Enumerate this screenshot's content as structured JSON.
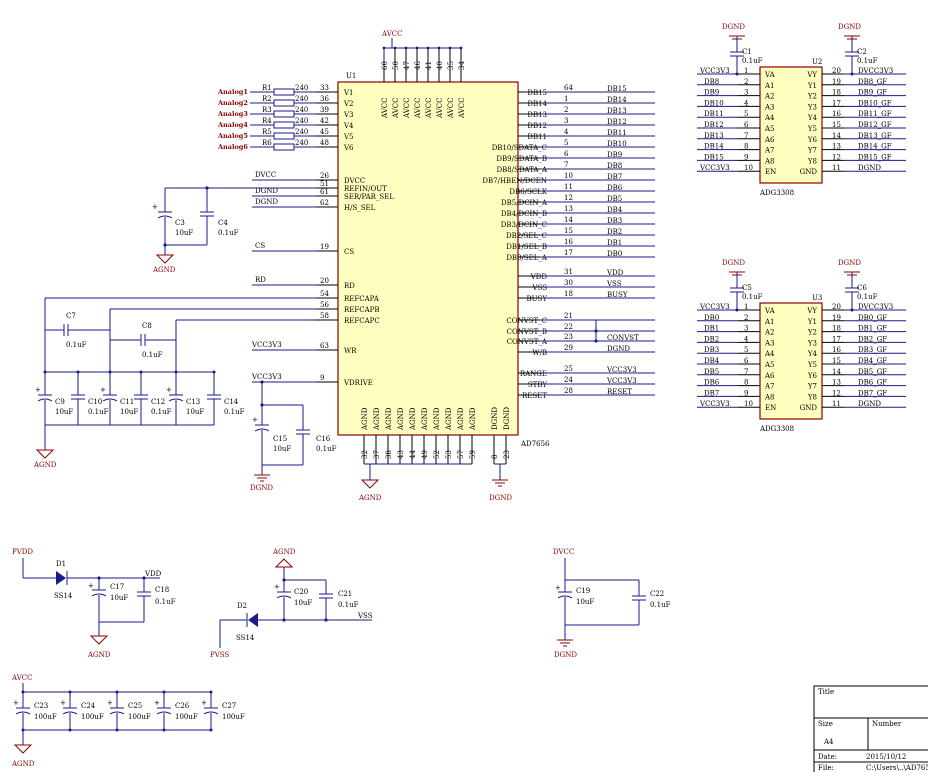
{
  "u1": {
    "ref": "U1",
    "part": "AD7656",
    "avcc_pins": [
      "60",
      "50",
      "47",
      "46",
      "41",
      "40",
      "35",
      "34"
    ],
    "avcc_label": "AVCC",
    "left_pins": [
      {
        "num": "33",
        "name": "V1"
      },
      {
        "num": "36",
        "name": "V2"
      },
      {
        "num": "39",
        "name": "V3"
      },
      {
        "num": "42",
        "name": "V4"
      },
      {
        "num": "45",
        "name": "V5"
      },
      {
        "num": "48",
        "name": "V6"
      },
      {
        "num": "26",
        "name": "DVCC"
      },
      {
        "num": "51",
        "name": "REFIN/OUT"
      },
      {
        "num": "61",
        "name": "SER/PAR_SEL"
      },
      {
        "num": "62",
        "name": "H/S_SEL"
      },
      {
        "num": "19",
        "name": "CS"
      },
      {
        "num": "20",
        "name": "RD"
      },
      {
        "num": "54",
        "name": "REFCAPA"
      },
      {
        "num": "56",
        "name": "REFCAPB"
      },
      {
        "num": "58",
        "name": "REFCAPC"
      },
      {
        "num": "63",
        "name": "WR"
      },
      {
        "num": "9",
        "name": "VDRIVE"
      }
    ],
    "right_pins": [
      {
        "num": "64",
        "name": "DB15",
        "net": "DB15"
      },
      {
        "num": "1",
        "name": "DB14",
        "net": "DB14"
      },
      {
        "num": "2",
        "name": "DB13",
        "net": "DB13"
      },
      {
        "num": "3",
        "name": "DB12",
        "net": "DB12"
      },
      {
        "num": "4",
        "name": "DB11",
        "net": "DB11"
      },
      {
        "num": "5",
        "name": "DB10/SDATA_C",
        "net": "DB10"
      },
      {
        "num": "6",
        "name": "DB9/SDATA_B",
        "net": "DB9"
      },
      {
        "num": "7",
        "name": "DB8/SDATA_A",
        "net": "DB8"
      },
      {
        "num": "10",
        "name": "DB7/HBEN/DCEN",
        "net": "DB7"
      },
      {
        "num": "11",
        "name": "DB6/SCLK",
        "net": "DB6"
      },
      {
        "num": "12",
        "name": "DB5/DCIN_A",
        "net": "DB5"
      },
      {
        "num": "13",
        "name": "DB4/DCIN_B",
        "net": "DB4"
      },
      {
        "num": "14",
        "name": "DB3/DCIN_C",
        "net": "DB3"
      },
      {
        "num": "15",
        "name": "DB2/SEL_C",
        "net": "DB2"
      },
      {
        "num": "16",
        "name": "DB1/SEL_B",
        "net": "DB1"
      },
      {
        "num": "17",
        "name": "DB0/SEL_A",
        "net": "DB0"
      },
      {
        "num": "31",
        "name": "VDD",
        "net": "VDD"
      },
      {
        "num": "30",
        "name": "VSS",
        "net": "VSS"
      },
      {
        "num": "18",
        "name": "BUSY",
        "net": "BUSY"
      },
      {
        "num": "21",
        "name": "CONVST_C",
        "net": ""
      },
      {
        "num": "22",
        "name": "CONVST_B",
        "net": ""
      },
      {
        "num": "23",
        "name": "CONVST_A",
        "net": "CONVST"
      },
      {
        "num": "29",
        "name": "W/B",
        "net": "DGND"
      },
      {
        "num": "25",
        "name": "RANGE",
        "net": "VCC3V3"
      },
      {
        "num": "24",
        "name": "STBY",
        "net": "VCC3V3"
      },
      {
        "num": "28",
        "name": "RESET",
        "net": "RESET"
      }
    ],
    "bottom_agnd_pins": [
      "32",
      "37",
      "38",
      "43",
      "44",
      "49",
      "52",
      "53",
      "57",
      "59"
    ],
    "bottom_dgnd_pins": [
      "8",
      "23"
    ],
    "agnd_label": "AGND",
    "dgnd_label": "DGND"
  },
  "analog_inputs": [
    {
      "label": "Analog1",
      "ref": "R1",
      "value": "240"
    },
    {
      "label": "Analog2",
      "ref": "R2",
      "value": "240"
    },
    {
      "label": "Analog3",
      "ref": "R3",
      "value": "240"
    },
    {
      "label": "Analog4",
      "ref": "R4",
      "value": "240"
    },
    {
      "label": "Analog5",
      "ref": "R5",
      "value": "240"
    },
    {
      "label": "Analog6",
      "ref": "R6",
      "value": "240"
    }
  ],
  "left_nets": {
    "dvcc": "DVCC",
    "dgnd1": "DGND",
    "dgnd2": "DGND",
    "cs": "CS",
    "rd": "RD",
    "vcc1": "VCC3V3",
    "vcc2": "VCC3V3"
  },
  "caps": {
    "c3": {
      "ref": "C3",
      "value": "10uF"
    },
    "c4": {
      "ref": "C4",
      "value": "0.1uF"
    },
    "c7": {
      "ref": "C7",
      "value": "0.1uF"
    },
    "c8": {
      "ref": "C8",
      "value": "0.1uF"
    },
    "c9": {
      "ref": "C9",
      "value": "10uF"
    },
    "c10": {
      "ref": "C10",
      "value": "0.1uF"
    },
    "c11": {
      "ref": "C11",
      "value": "10uF"
    },
    "c12": {
      "ref": "C12",
      "value": "0.1uF"
    },
    "c13": {
      "ref": "C13",
      "value": "10uF"
    },
    "c14": {
      "ref": "C14",
      "value": "0.1uF"
    },
    "c15": {
      "ref": "C15",
      "value": "10uF"
    },
    "c16": {
      "ref": "C16",
      "value": "0.1uF"
    },
    "c1": {
      "ref": "C1",
      "value": "0.1uF"
    },
    "c2": {
      "ref": "C2",
      "value": "0.1uF"
    },
    "c5": {
      "ref": "C5",
      "value": "0.1uF"
    },
    "c6": {
      "ref": "C6",
      "value": "0.1uF"
    },
    "c17": {
      "ref": "C17",
      "value": "10uF"
    },
    "c18": {
      "ref": "C18",
      "value": "0.1uF"
    },
    "c20": {
      "ref": "C20",
      "value": "10uF"
    },
    "c21": {
      "ref": "C21",
      "value": "0.1uF"
    },
    "c19": {
      "ref": "C19",
      "value": "10uF"
    },
    "c22": {
      "ref": "C22",
      "value": "0.1uF"
    },
    "c23": {
      "ref": "C23",
      "value": "100uF"
    },
    "c24": {
      "ref": "C24",
      "value": "100uF"
    },
    "c25": {
      "ref": "C25",
      "value": "100uF"
    },
    "c26": {
      "ref": "C26",
      "value": "100uF"
    },
    "c27": {
      "ref": "C27",
      "value": "100uF"
    }
  },
  "u2": {
    "ref": "U2",
    "part": "ADG3308",
    "left_names": [
      "VA",
      "A1",
      "A2",
      "A3",
      "A4",
      "A5",
      "A6",
      "A7",
      "A8",
      "EN"
    ],
    "left_nums": [
      "1",
      "2",
      "3",
      "4",
      "5",
      "6",
      "7",
      "8",
      "9",
      "10"
    ],
    "left_nets": [
      "VCC3V3",
      "DB8",
      "DB9",
      "DB10",
      "DB11",
      "DB12",
      "DB13",
      "DB14",
      "DB15",
      "VCC3V3"
    ],
    "right_names": [
      "VY",
      "Y1",
      "Y2",
      "Y3",
      "Y4",
      "Y5",
      "Y6",
      "Y7",
      "Y8",
      "GND"
    ],
    "right_nums": [
      "20",
      "19",
      "18",
      "17",
      "16",
      "15",
      "14",
      "13",
      "12",
      "11"
    ],
    "right_nets": [
      "DVCC3V3",
      "DB8_GF",
      "DB9_GF",
      "DB10_GF",
      "DB11_GF",
      "DB12_GF",
      "DB13_GF",
      "DB14_GF",
      "DB15_GF",
      "DGND"
    ],
    "gnd_left": "DGND",
    "gnd_right": "DGND"
  },
  "u3": {
    "ref": "U3",
    "part": "ADG3308",
    "left_names": [
      "VA",
      "A1",
      "A2",
      "A3",
      "A4",
      "A5",
      "A6",
      "A7",
      "A8",
      "EN"
    ],
    "left_nums": [
      "1",
      "2",
      "3",
      "4",
      "5",
      "6",
      "7",
      "8",
      "9",
      "10"
    ],
    "left_nets": [
      "VCC3V3",
      "DB0",
      "DB1",
      "DB2",
      "DB3",
      "DB4",
      "DB5",
      "DB6",
      "DB7",
      "VCC3V3"
    ],
    "right_names": [
      "VY",
      "Y1",
      "Y2",
      "Y3",
      "Y4",
      "Y5",
      "Y6",
      "Y7",
      "Y8",
      "GND"
    ],
    "right_nums": [
      "20",
      "19",
      "18",
      "17",
      "16",
      "15",
      "14",
      "13",
      "12",
      "11"
    ],
    "right_nets": [
      "DVCC3V3",
      "DB0_GF",
      "DB1_GF",
      "DB2_GF",
      "DB3_GF",
      "DB4_GF",
      "DB5_GF",
      "DB6_GF",
      "DB7_GF",
      "DGND"
    ],
    "gnd_left": "DGND",
    "gnd_right": "DGND"
  },
  "power": {
    "avcc_top": "AVCC",
    "agnd_c3": "AGND",
    "agnd_refcaps": "AGND",
    "dgnd_vdrive": "DGND",
    "agnd_u1": "AGND",
    "dgnd_u1": "DGND",
    "pvdd": "PVDD",
    "d1": "D1",
    "d1_part": "SS14",
    "vdd": "VDD",
    "agnd_vdd": "AGND",
    "agnd_vss": "AGND",
    "d2": "D2",
    "d2_part": "SS14",
    "vss": "VSS",
    "pvss": "PVSS",
    "dvcc": "DVCC",
    "dgnd_dvcc": "DGND",
    "avcc_bulk": "AVCC",
    "agnd_bulk": "AGND"
  },
  "title_block": {
    "title_label": "Title",
    "size_label": "Size",
    "size_value": "A4",
    "number_label": "Number",
    "date_label": "Date:",
    "date_value": "2015/10/12",
    "file_label": "File:",
    "file_value": "C:\\Users\\..\\AD765"
  }
}
